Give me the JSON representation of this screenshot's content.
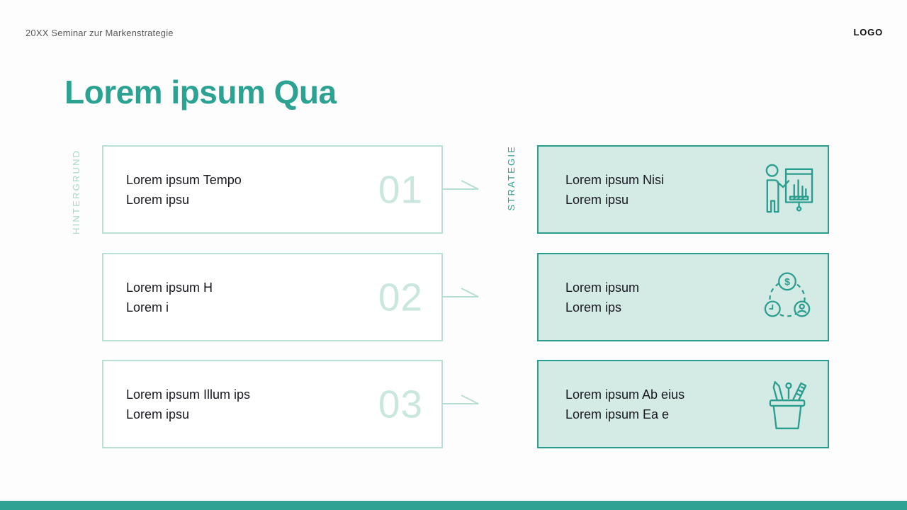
{
  "slide": {
    "eyebrow": "20XX Seminar zur Markenstrategie",
    "logo": "LOGO",
    "title": "Lorem ipsum Qua"
  },
  "left_column": {
    "label": "HINTERGRUND",
    "items": [
      {
        "number": "01",
        "line1": "Lorem ipsum Tempo",
        "line2": "Lorem ipsu"
      },
      {
        "number": "02",
        "line1": "Lorem ipsum H",
        "line2": "Lorem i"
      },
      {
        "number": "03",
        "line1": "Lorem ipsum Illum ips",
        "line2": "Lorem ipsu"
      }
    ]
  },
  "right_column": {
    "label": "STRATEGIE",
    "items": [
      {
        "line1": "Lorem ipsum Nisi",
        "line2": "Lorem ipsu",
        "icon": "presentation-board-icon"
      },
      {
        "line1": "Lorem ipsum",
        "line2": "Lorem ips",
        "icon": "money-time-people-cycle-icon"
      },
      {
        "line1": "Lorem ipsum Ab eius",
        "line2": "Lorem ipsum Ea e",
        "icon": "stationery-cup-icon"
      }
    ]
  },
  "colors": {
    "accent_title": "#2BA292",
    "accent_border": "#2A9D8F",
    "box_fill_light_teal": "#D3EAE5",
    "left_box_border": "#BCDFD5",
    "number_teal": "#C9E7DF",
    "label_light_teal": "#A6D7CB",
    "connector_teal": "#B7DED4",
    "footer_bar": "#2FA294",
    "text_dark": "#17171F",
    "text_gray": "#58595B"
  }
}
